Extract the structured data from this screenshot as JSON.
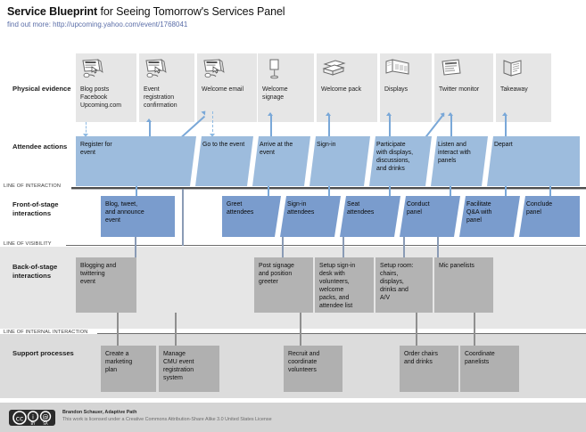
{
  "header": {
    "title_strong": "Service Blueprint",
    "title_rest": " for Seeing Tomorrow's Services Panel",
    "subtitle": "find out more: http://upcoming.yahoo.com/event/1768041"
  },
  "rows": {
    "physical_evidence": "Physical\nevidence",
    "attendee_actions": "Attendee\nactions",
    "frontstage": "Front-of-stage\ninteractions",
    "backstage": "Back-of-stage\ninteractions",
    "support": "Support\nprocesses"
  },
  "lines": {
    "interaction": "LINE OF INTERACTION",
    "visibility": "LINE OF VISIBILITY",
    "internal": "LINE OF INTERNAL INTERACTION"
  },
  "physical_evidence": [
    {
      "label": "Blog posts\nFacebook\nUpcoming.com",
      "icon": "monitor-cursor-icon"
    },
    {
      "label": "Event\nregistration\nconfirmation",
      "icon": "monitor-cursor-icon"
    },
    {
      "label": "Welcome email",
      "icon": "monitor-cursor-icon"
    },
    {
      "label": "Welcome\nsignage",
      "icon": "signage-stand-icon"
    },
    {
      "label": "Welcome pack",
      "icon": "paper-stack-icon"
    },
    {
      "label": "Displays",
      "icon": "display-panels-icon"
    },
    {
      "label": "Twitter monitor",
      "icon": "screen-text-icon"
    },
    {
      "label": "Takeaway",
      "icon": "booklet-icon"
    }
  ],
  "attendee_actions": [
    "Register for\nevent",
    "Go to the event",
    "Arrive at the\nevent",
    "Sign-in",
    "Participate\nwith displays,\ndiscussions,\nand drinks",
    "Listen and\ninteract with\npanels",
    "Depart"
  ],
  "frontstage": [
    "Blog, tweet,\nand announce\nevent",
    "Greet\nattendees",
    "Sign-in\nattendees",
    "Seat\nattendees",
    "Conduct\npanel",
    "Facilitate\nQ&A with\npanel",
    "Conclude\npanel"
  ],
  "backstage": [
    "Blogging and\ntwittering\nevent",
    "Post signage\nand position\ngreeter",
    "Setup sign-in\ndesk with\nvolunteers,\nwelcome\npacks, and\nattendee list",
    "Setup room:\nchairs,\ndisplays,\ndrinks and\nA/V",
    "Mic panelists"
  ],
  "support": [
    "Create a\nmarketing\nplan",
    "Manage\nCMU event\nregistration\nsystem",
    "Recruit and\ncoordinate\nvolunteers",
    "Order chairs\nand drinks",
    "Coordinate\npanelists"
  ],
  "footer": {
    "author": "Brandon Schauer, Adaptive Path",
    "license": "This work is licensed under a Creative Commons Attribution-Share Alike 3.0 United States License",
    "badge": "creative-commons-by-sa-badge"
  },
  "colors": {
    "attendee": "#9dbcdd",
    "frontstage": "#7a9ccd",
    "backstage": "#b3b3b3",
    "support": "#b0b0b0",
    "evidence": "#e6e6e6",
    "link": "#5b6ea8",
    "connector": "#7aa8d8"
  }
}
